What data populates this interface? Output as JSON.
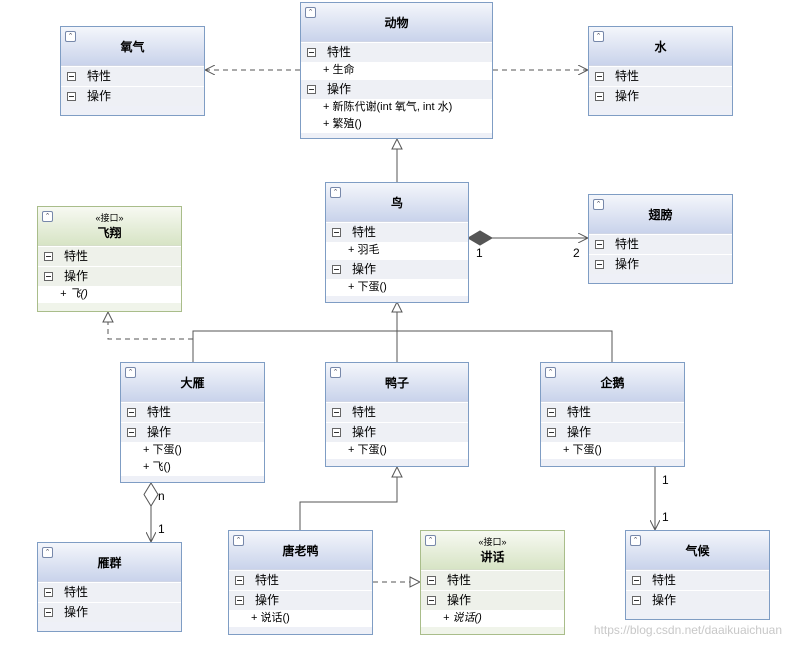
{
  "sections": {
    "attributes": "特性",
    "operations": "操作"
  },
  "stereotype": "«接口»",
  "classes": {
    "animal": {
      "name": "动物",
      "attrs": [
        "+ 生命"
      ],
      "ops": [
        "+ 新陈代谢(int 氧气, int 水)",
        "+ 繁殖()"
      ]
    },
    "oxygen": {
      "name": "氧气"
    },
    "water": {
      "name": "水"
    },
    "bird": {
      "name": "鸟",
      "attrs": [
        "+ 羽毛"
      ],
      "ops": [
        "+ 下蛋()"
      ]
    },
    "wing": {
      "name": "翅膀"
    },
    "fly": {
      "name": "飞翔",
      "ops": [
        "+ 飞()"
      ]
    },
    "goose": {
      "name": "大雁",
      "ops": [
        "+ 下蛋()",
        "+ 飞()"
      ]
    },
    "duck": {
      "name": "鸭子",
      "ops": [
        "+ 下蛋()"
      ]
    },
    "penguin": {
      "name": "企鹅",
      "ops": [
        "+ 下蛋()"
      ]
    },
    "flock": {
      "name": "雁群"
    },
    "tangduck": {
      "name": "唐老鸭",
      "ops": [
        "+ 说话()"
      ]
    },
    "speak": {
      "name": "讲话",
      "ops": [
        "+ 说话()"
      ]
    },
    "climate": {
      "name": "气候"
    }
  },
  "multiplicity": {
    "bird_wing_from": "1",
    "bird_wing_to": "2",
    "goose_flock_from": "n",
    "goose_flock_to": "1",
    "penguin_climate_from": "1",
    "penguin_climate_to": "1"
  },
  "watermark": "https://blog.csdn.net/daaikuaichuan"
}
